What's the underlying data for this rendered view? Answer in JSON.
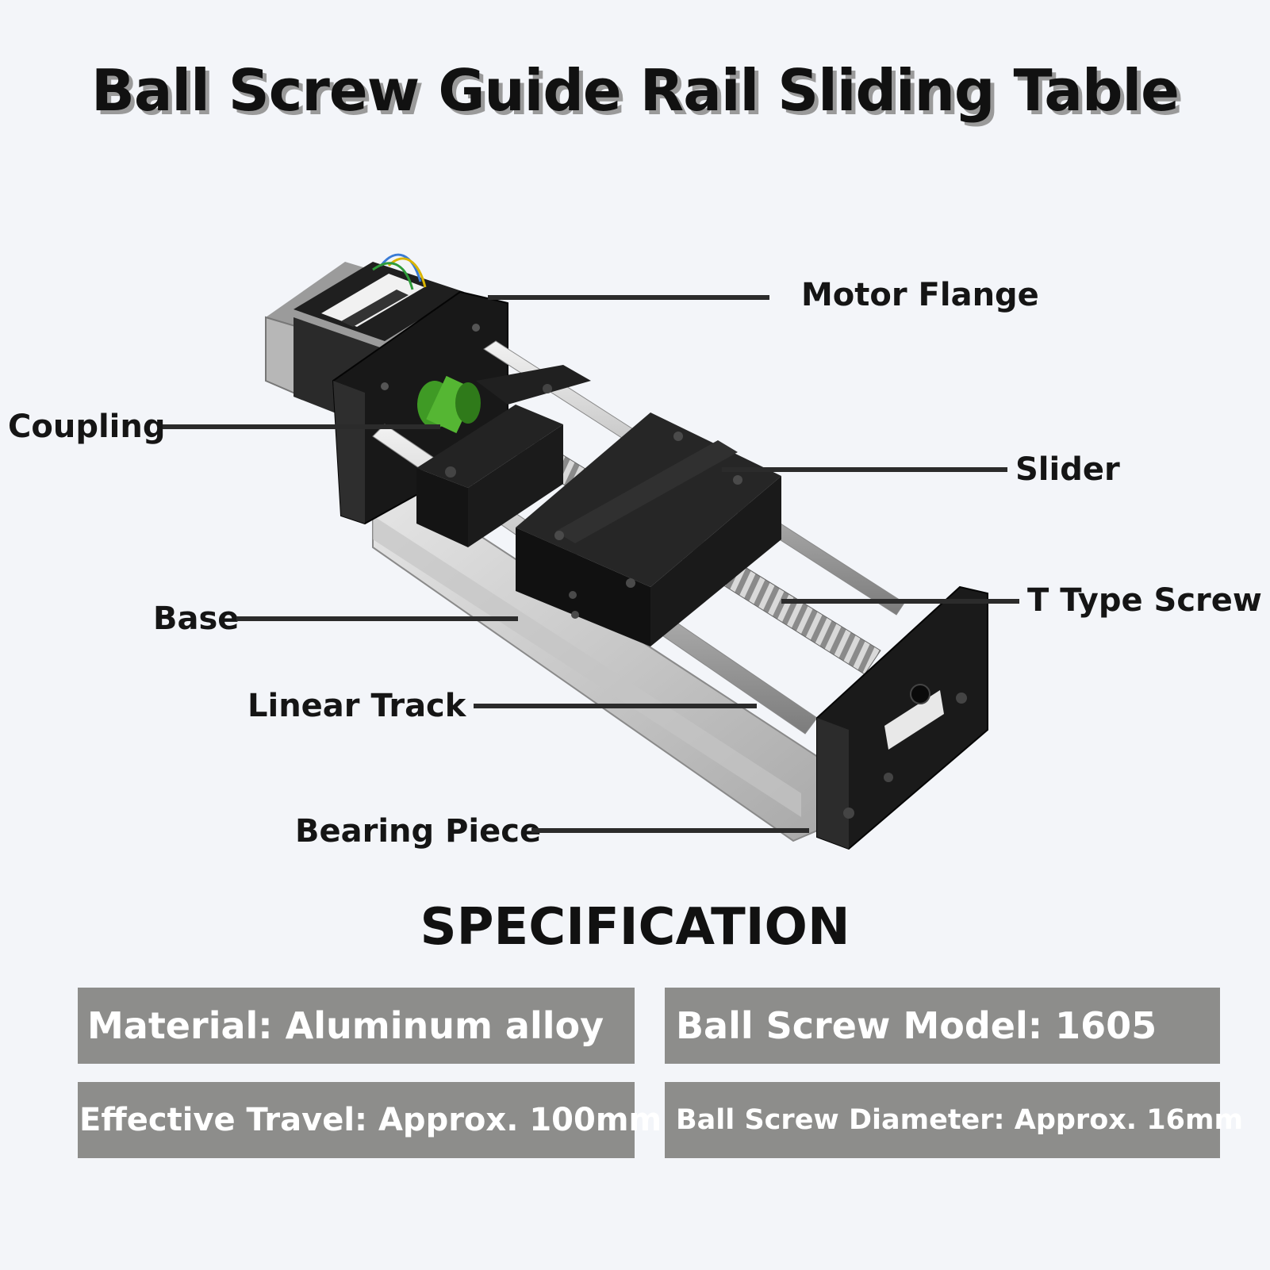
{
  "title": "Ball Screw Guide Rail Sliding Table",
  "callouts": {
    "motor_flange": "Motor Flange",
    "coupling": "Coupling",
    "slider": "Slider",
    "t_type_screw": "T Type Screw",
    "base": "Base",
    "linear_track": "Linear Track",
    "bearing_piece": "Bearing Piece"
  },
  "spec": {
    "heading": "SPECIFICATION",
    "material": "Material: Aluminum alloy",
    "model": "Ball Screw Model: 1605",
    "travel": "Effective Travel: Approx. 100mm",
    "diameter": "Ball Screw Diameter: Approx. 16mm"
  },
  "colors": {
    "background": "#f3f5f9",
    "spec_box": "#8d8d8b",
    "block": "#1c1c1c",
    "rail": "#cfcfcf",
    "coupling": "#46a82a"
  }
}
